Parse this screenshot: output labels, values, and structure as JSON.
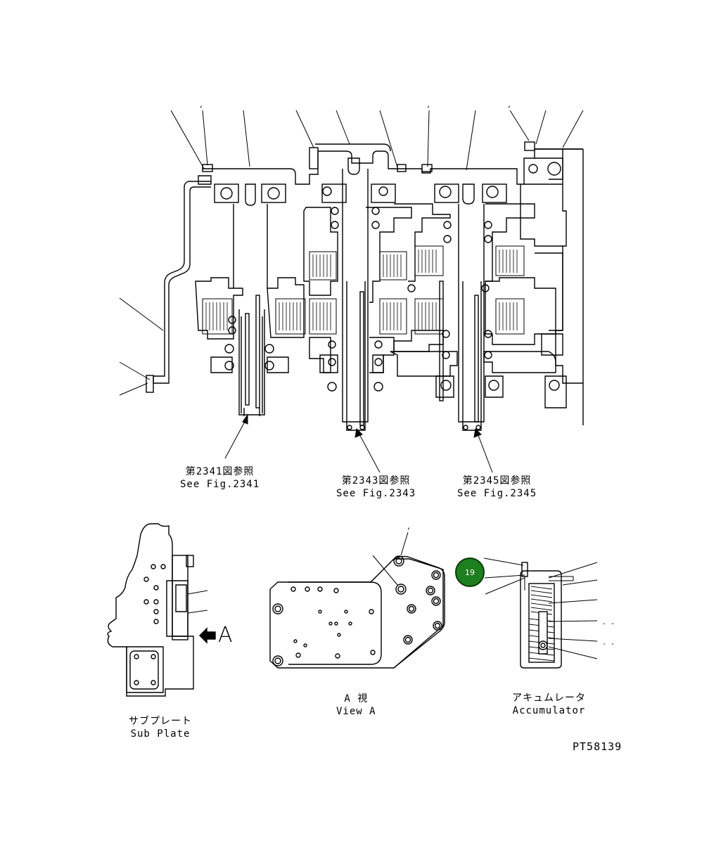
{
  "refs": {
    "fig2341": {
      "jp": "第2341図参照",
      "en": "See Fig.2341"
    },
    "fig2343": {
      "jp": "第2343図参照",
      "en": "See Fig.2343"
    },
    "fig2345": {
      "jp": "第2345図参照",
      "en": "See Fig.2345"
    }
  },
  "subplate": {
    "jp": "サブプレート",
    "en": "Sub Plate"
  },
  "viewa": {
    "jp": "A 視",
    "en": "View A"
  },
  "accumulator": {
    "jp": "アキュムレータ",
    "en": "Accumulator"
  },
  "view_arrow_label": "A",
  "callout": {
    "number": "19",
    "color": "#1e7f1e"
  },
  "drawing_code": "PT58139"
}
